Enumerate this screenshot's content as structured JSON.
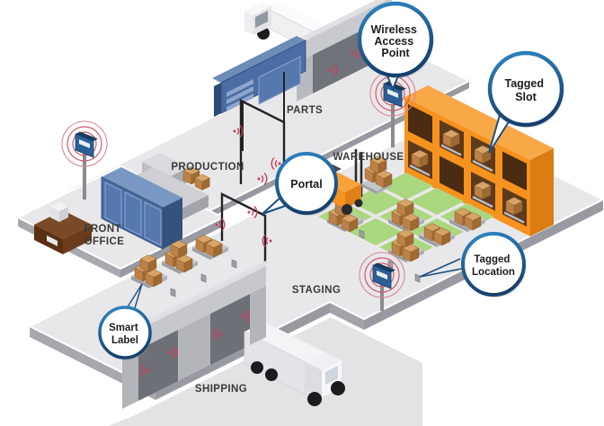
{
  "areas": {
    "parts": {
      "label": "PARTS"
    },
    "production": {
      "label": "PRODUCTION"
    },
    "warehouse": {
      "label": "WAREHOUSE"
    },
    "front_office": {
      "line1": "FRONT",
      "line2": "OFFICE"
    },
    "staging": {
      "label": "STAGING"
    },
    "shipping": {
      "label": "SHIPPING"
    }
  },
  "callouts": {
    "wireless_access_point": {
      "label": "Wireless Access Point",
      "line1": "Wireless",
      "line2": "Access",
      "line3": "Point"
    },
    "tagged_slot": {
      "label": "Tagged Slot",
      "line1": "Tagged",
      "line2": "Slot"
    },
    "portal": {
      "label": "Portal",
      "line1": "Portal"
    },
    "tagged_location": {
      "label": "Tagged Location",
      "line1": "Tagged",
      "line2": "Location"
    },
    "smart_label": {
      "label": "Smart Label",
      "line1": "Smart",
      "line2": "Label"
    }
  },
  "icons": {
    "signal_rings": "concentric-wireless-signal-rings",
    "access_point": "wall-mounted-rfid-reader",
    "door_antenna": "red-rfid-door-antenna-fan",
    "location_tag": "floor-location-tag",
    "callout_bubble": "circle-balloon-with-pointer"
  },
  "colors": {
    "callout_border_dark": "#16406e",
    "callout_border_light": "#2f86c4",
    "signal_red": "#c5405a",
    "rack_orange": "#f6921e",
    "rack_orange_dark": "#d97c12",
    "tile_green": "#abd77f",
    "cabinet_blue": "#4a6da4",
    "floor_gray": "#e8e8ea",
    "floor_edge_gray": "#9b9ca2",
    "crate_brown": "#bc8148",
    "label_text": "#3a3a3a"
  }
}
